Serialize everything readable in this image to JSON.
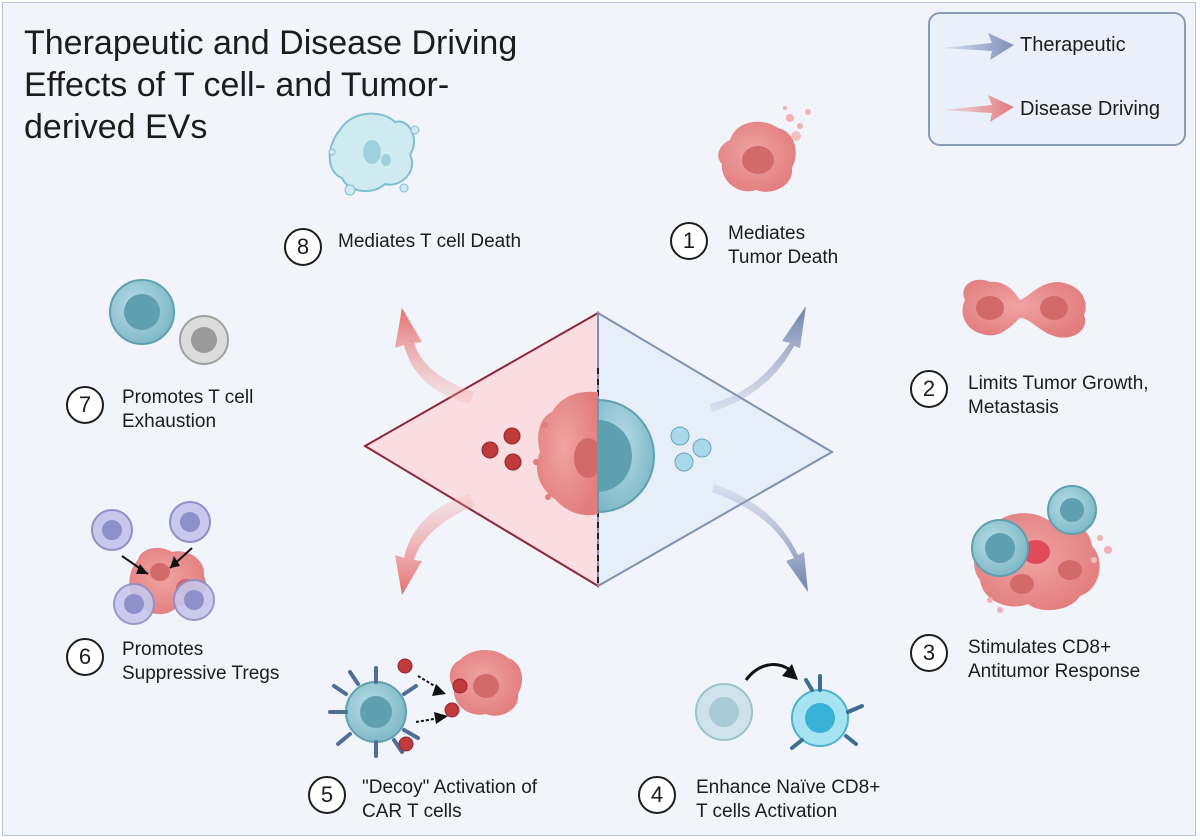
{
  "title": {
    "line1": "Therapeutic and Disease Driving",
    "line2": "Effects of T cell- and Tumor-",
    "line3": "derived EVs"
  },
  "legend": {
    "therapeutic_label": "Therapeutic",
    "therapeutic_color": "#7f8fb8",
    "disease_label": "Disease Driving",
    "disease_color": "#e57b7b"
  },
  "effects": [
    {
      "number": "1",
      "line1": "Mediates",
      "line2": "Tumor Death"
    },
    {
      "number": "2",
      "line1": "Limits Tumor Growth,",
      "line2": "Metastasis"
    },
    {
      "number": "3",
      "line1": "Stimulates CD8+",
      "line2": "Antitumor Response"
    },
    {
      "number": "4",
      "line1": "Enhance Naïve CD8+",
      "line2": "T cells Activation"
    },
    {
      "number": "5",
      "line1": "\"Decoy\" Activation of",
      "line2": "CAR T cells"
    },
    {
      "number": "6",
      "line1": "Promotes",
      "line2": "Suppressive Tregs"
    },
    {
      "number": "7",
      "line1": "Promotes T cell",
      "line2": "Exhaustion"
    },
    {
      "number": "8",
      "line1": "Mediates T cell Death",
      "line2": ""
    }
  ],
  "colors": {
    "tumor": "#e98a8a",
    "tumor_dark": "#d36a6a",
    "tcell": "#8cc3cf",
    "tcell_dark": "#5e9fb0",
    "left_panel": "#f9dde0",
    "right_panel": "#e6eef8"
  }
}
